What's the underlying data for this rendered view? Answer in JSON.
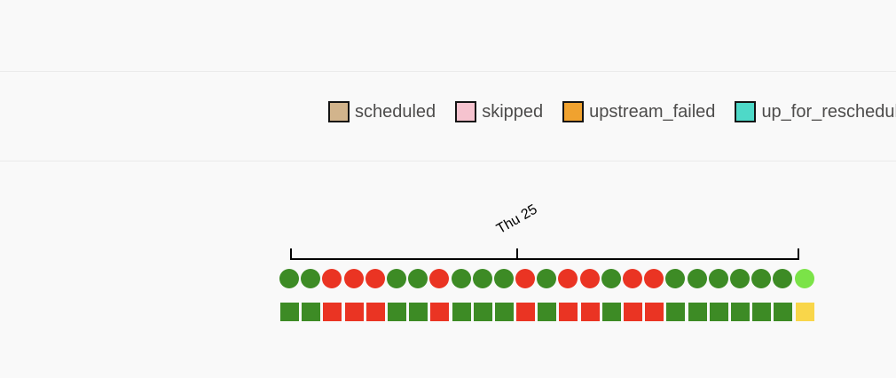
{
  "legend": {
    "items": [
      {
        "label": "scheduled",
        "color": "#d2b48c"
      },
      {
        "label": "skipped",
        "color": "#f6c3cf"
      },
      {
        "label": "upstream_failed",
        "color": "#f0a22f"
      },
      {
        "label": "up_for_reschedule",
        "color": "#4ed9c8"
      }
    ]
  },
  "timeline": {
    "axis_label": "Thu 25",
    "status_colors": {
      "success": "#3d8b25",
      "failed": "#ea3423",
      "running": "#7be348",
      "up_for_retry": "#f9d64a"
    },
    "dag_runs": [
      "success",
      "success",
      "failed",
      "failed",
      "failed",
      "success",
      "success",
      "failed",
      "success",
      "success",
      "success",
      "failed",
      "success",
      "failed",
      "failed",
      "success",
      "failed",
      "failed",
      "success",
      "success",
      "success",
      "success",
      "success",
      "success",
      "running"
    ],
    "task_instances": [
      "success",
      "success",
      "failed",
      "failed",
      "failed",
      "success",
      "success",
      "failed",
      "success",
      "success",
      "success",
      "failed",
      "success",
      "failed",
      "failed",
      "success",
      "failed",
      "failed",
      "success",
      "success",
      "success",
      "success",
      "success",
      "success",
      "up_for_retry"
    ]
  }
}
